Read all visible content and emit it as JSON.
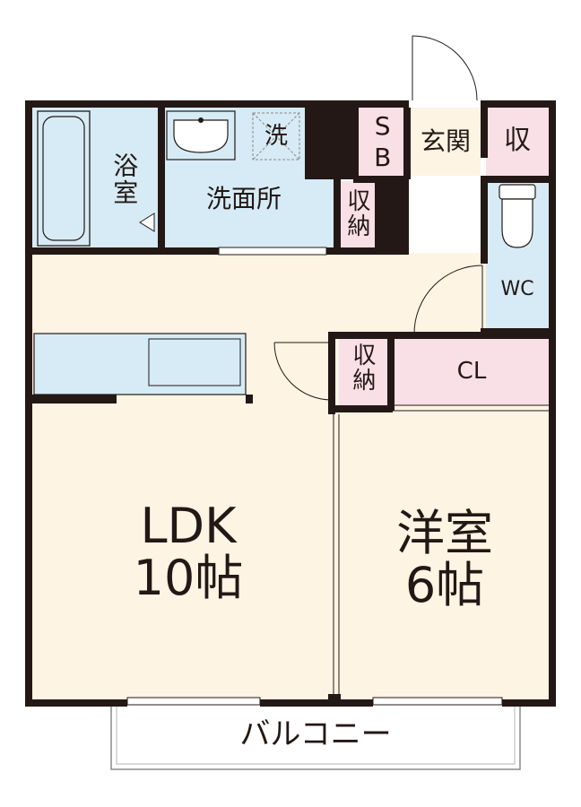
{
  "floor_plan": {
    "colors": {
      "wall": "#231815",
      "wet_area": "#d6ebf5",
      "living_floor": "#fdf4e3",
      "storage": "#f9dfe6",
      "outline": "#8a8a8a"
    },
    "rooms": {
      "ldk": {
        "name": "LDK",
        "size": "10帖"
      },
      "western": {
        "name": "洋室",
        "size": "6帖"
      },
      "bath": {
        "name": "浴室"
      },
      "washroom": {
        "name": "洗面所",
        "washer": "洗"
      },
      "storage_wash": {
        "name": "収納"
      },
      "storage_hall": {
        "name": "収納"
      },
      "shoe_box": {
        "name": "SB"
      },
      "entrance": {
        "name": "玄関"
      },
      "storage_entry": {
        "name": "収"
      },
      "toilet": {
        "name": "WC"
      },
      "closet": {
        "name": "CL"
      },
      "balcony": {
        "name": "バルコニー"
      }
    },
    "icons": [
      "bathtub-icon",
      "sink-icon",
      "washer-icon",
      "toilet-icon",
      "kitchen-counter-icon",
      "door-swing-icon",
      "window-icon"
    ]
  }
}
